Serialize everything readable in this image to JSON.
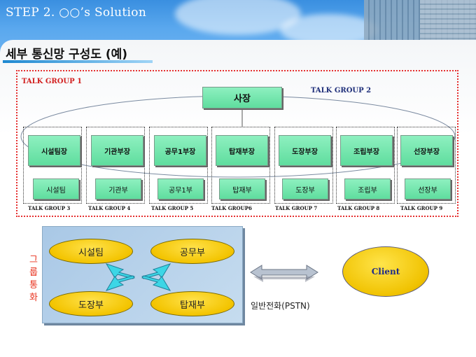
{
  "header": {
    "step_title": "STEP 2. ○○’s Solution"
  },
  "slide": {
    "title": "세부 통신망 구성도 (예)"
  },
  "diagram": {
    "talk_group_1": "TALK GROUP 1",
    "talk_group_2": "TALK GROUP 2",
    "boss": "사장",
    "columns": [
      {
        "upper": "시설팀장",
        "lower": "시설팀",
        "group": "TALK GROUP 3"
      },
      {
        "upper": "기관부장",
        "lower": "기관부",
        "group": "TALK GROUP 4"
      },
      {
        "upper": "공무1부장",
        "lower": "공무1부",
        "group": "TALK GROUP 5"
      },
      {
        "upper": "탑재부장",
        "lower": "탑재부",
        "group": "TALK GROUP6"
      },
      {
        "upper": "도장부장",
        "lower": "도장부",
        "group": "TALK GROUP 7"
      },
      {
        "upper": "조립부장",
        "lower": "조립부",
        "group": "TALK GROUP 8"
      },
      {
        "upper": "선장부장",
        "lower": "선장부",
        "group": "TALK GROUP 9"
      }
    ],
    "group_call": {
      "vertical_label": [
        "그",
        "룹",
        "통",
        "화"
      ],
      "ovals": [
        "시설팀",
        "공무부",
        "도장부",
        "탑재부"
      ]
    },
    "pstn_label": "일반전화(PSTN)",
    "client_label": "Client",
    "colors": {
      "accent_red": "#e53030",
      "box_green": "#6fe6aa",
      "oval_yellow": "#f3c400",
      "arrow_cyan": "#3cd6e6"
    }
  }
}
